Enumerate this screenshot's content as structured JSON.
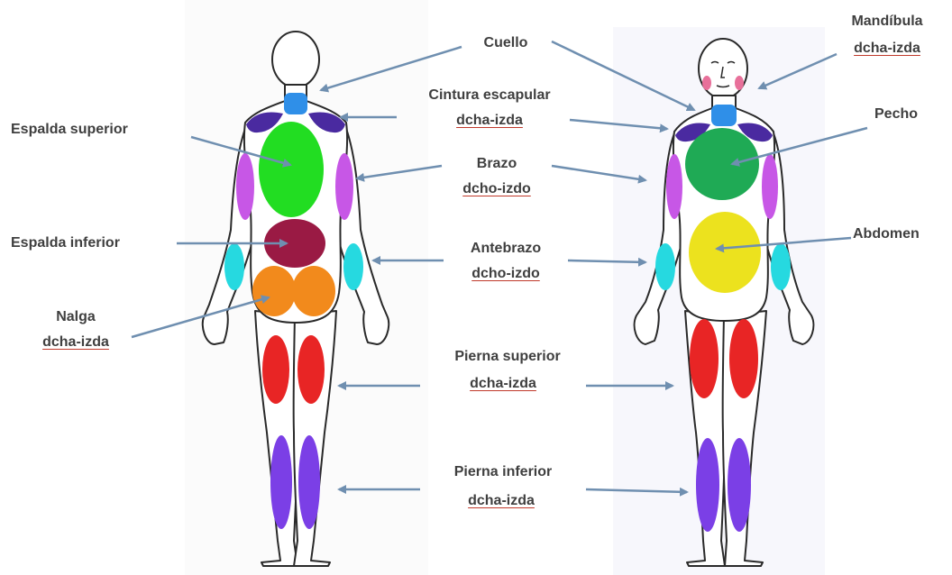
{
  "labels": {
    "cuello": "Cuello",
    "mandibula_1": "Mandíbula",
    "mandibula_2": "dcha-izda",
    "cintura_1": "Cintura escapular",
    "cintura_2": "dcha-izda",
    "espalda_superior": "Espalda superior",
    "pecho": "Pecho",
    "brazo_1": "Brazo",
    "brazo_2": "dcho-izdo",
    "espalda_inferior": "Espalda inferior",
    "abdomen": "Abdomen",
    "antebrazo_1": "Antebrazo",
    "antebrazo_2": "dcho-izdo",
    "nalga_1": "Nalga",
    "nalga_2": "dcha-izda",
    "pierna_sup_1": "Pierna superior",
    "pierna_sup_2": "dcha-izda",
    "pierna_inf_1": "Pierna inferior",
    "pierna_inf_2": "dcha-izda"
  },
  "colors": {
    "outline": "#2a2a2a",
    "arrow": "#6f8fb0",
    "text": "#3f3f3f",
    "underline": "#c0392b",
    "neck": "#2f8fe8",
    "shoulder": "#4a2aa0",
    "upper_back": "#22dd22",
    "chest": "#1faa55",
    "arm": "#c757e6",
    "lower_back": "#9a1a44",
    "abdomen": "#ece21e",
    "forearm": "#26d9e0",
    "buttock": "#f28a1c",
    "upper_leg": "#e82525",
    "lower_leg": "#7b3fe6",
    "jaw": "#e8709a"
  }
}
